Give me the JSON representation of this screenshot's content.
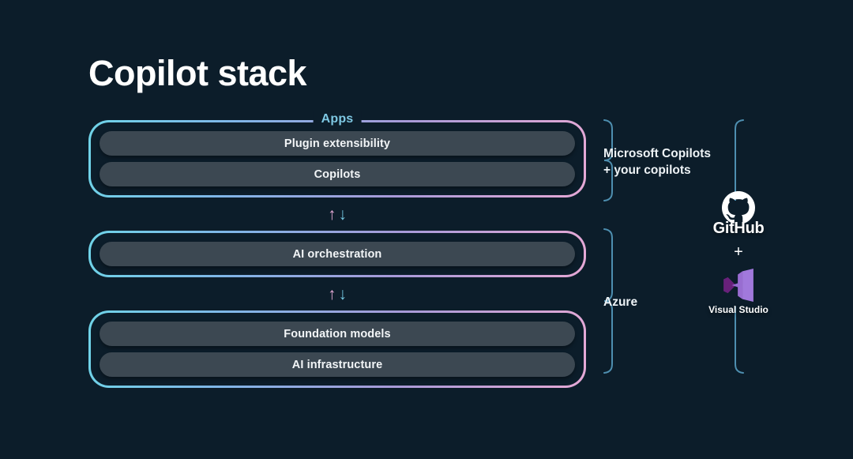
{
  "page": {
    "title": "Copilot stack",
    "background_color": "#0c1d2a"
  },
  "colors": {
    "accent_cyan": "#7ec8e3",
    "accent_pink": "#e3a8d4",
    "brace_blue": "#4e8fb0",
    "pill_fill": "#3c4852",
    "text_white": "#ffffff",
    "vs_purple_light": "#A179DC",
    "vs_purple_dark": "#68217A"
  },
  "stack": {
    "layers": [
      {
        "caption": "Apps",
        "items": [
          {
            "label": "Plugin extensibility"
          },
          {
            "label": "Copilots"
          }
        ]
      },
      {
        "caption": "",
        "items": [
          {
            "label": "AI orchestration"
          }
        ]
      },
      {
        "caption": "",
        "items": [
          {
            "label": "Foundation models"
          },
          {
            "label": "AI infrastructure"
          }
        ]
      }
    ],
    "connectors": [
      {
        "up": "↑",
        "down": "↓"
      },
      {
        "up": "↑",
        "down": "↓"
      }
    ]
  },
  "annotations": [
    {
      "line1": "Microsoft Copilots",
      "line2": "+ your copilots"
    },
    {
      "line1": "Azure",
      "line2": ""
    }
  ],
  "products": {
    "github": {
      "name": "GitHub",
      "icon": "github-octocat-icon"
    },
    "plus": "+",
    "visual_studio": {
      "name": "Visual Studio",
      "icon": "visual-studio-infinity-icon"
    }
  }
}
